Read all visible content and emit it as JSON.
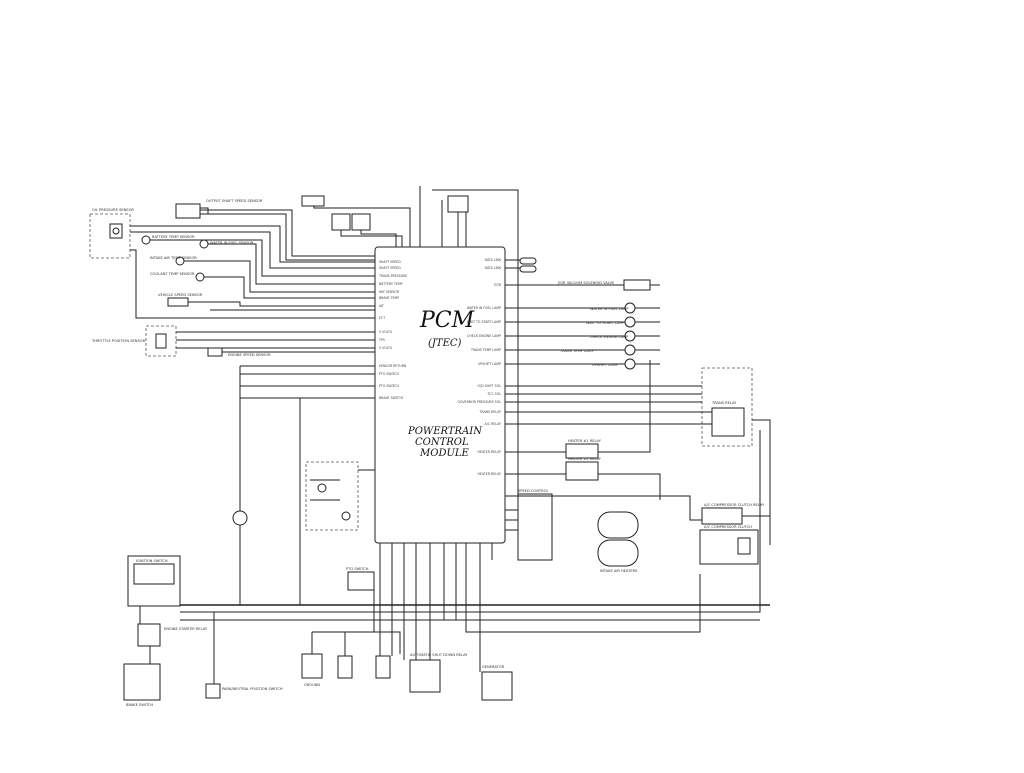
{
  "pcm": {
    "title": "PCM",
    "subtitle": "(JTEC)",
    "name_line1": "POWERTRAIN",
    "name_line2": "CONTROL",
    "name_line3": "MODULE"
  },
  "left_components": [
    {
      "id": "oil-pressure",
      "label": "OIL PRESSURE SENSOR"
    },
    {
      "id": "output-shaft",
      "label": "OUTPUT SHAFT SPEED SENSOR"
    },
    {
      "id": "battery-temp",
      "label": "BATTERY TEMP SENSOR"
    },
    {
      "id": "water-in-fuel",
      "label": "WATER IN FUEL SENSOR"
    },
    {
      "id": "intake-air-temp",
      "label": "INTAKE AIR TEMP SENSOR"
    },
    {
      "id": "coolant-temp",
      "label": "COOLANT TEMP SENSOR"
    },
    {
      "id": "vehicle-speed",
      "label": "VEHICLE SPEED SENSOR"
    },
    {
      "id": "throttle-position",
      "label": "THROTTLE POSITION SENSOR"
    },
    {
      "id": "engine-speed",
      "label": "ENGINE SPEED SENSOR"
    }
  ],
  "pcm_left_pins": [
    "SHAFT SPEED",
    "SHAFT SPEED",
    "TRANS PRESSURE",
    "BATTERY TEMP",
    "WIF SENSOR",
    "BRAKE TEMP",
    "IAT",
    "ECT",
    "5 VOLTS",
    "TPS",
    "5 VOLTS",
    "SENSOR RETURN",
    "PTO SWITCH",
    "PTO SWITCH",
    "BRAKE SWITCH"
  ],
  "pcm_right_pins": [
    "DATA LINK",
    "DATA LINK",
    "EGR",
    "WATER IN FUEL LAMP",
    "WAIT TO START LAMP",
    "CHECK ENGINE LAMP",
    "TRANS TEMP LAMP",
    "UPSHIFT LAMP",
    "O/D SHIFT SOL",
    "TCC SOL",
    "GOVERNOR PRESSURE SOL",
    "TRANS RELAY",
    "A/C RELAY",
    "HEATER RELAY",
    "HEATER RELAY"
  ],
  "right_components": [
    {
      "id": "egr-valve",
      "label": "EGR VACUUM SOLENOID VALVE"
    },
    {
      "id": "wif-lamp",
      "label": "WATER IN FUEL LAMP"
    },
    {
      "id": "wts-lamp",
      "label": "WAIT TO START LAMP"
    },
    {
      "id": "cel-lamp",
      "label": "CHECK ENGINE LAMP"
    },
    {
      "id": "tt-lamp",
      "label": "TRANS TEMP LAMP"
    },
    {
      "id": "up-lamp",
      "label": "UPSHIFT LAMP"
    },
    {
      "id": "trans-relay",
      "label": "TRANS RELAY"
    },
    {
      "id": "heater-relay-1",
      "label": "HEATER #1 RELAY"
    },
    {
      "id": "heater-relay-2",
      "label": "HEATER #2 RELAY"
    },
    {
      "id": "speed-control",
      "label": "SPEED CONTROL"
    },
    {
      "id": "ac-clutch-relay",
      "label": "A/C COMPRESSOR CLUTCH RELAY"
    },
    {
      "id": "ac-clutch",
      "label": "A/C COMPRESSOR CLUTCH"
    },
    {
      "id": "intake-heaters",
      "label": "INTAKE AIR HEATERS"
    }
  ],
  "bottom_components": [
    {
      "id": "ignition-switch",
      "label": "IGNITION SWITCH"
    },
    {
      "id": "brake-switch",
      "label": "BRAKE SWITCH"
    },
    {
      "id": "engine-relay",
      "label": "ENGINE STARTER RELAY"
    },
    {
      "id": "park-neutral",
      "label": "PARK/NEUTRAL POSITION SWITCH"
    },
    {
      "id": "grounds",
      "label": "GROUND"
    },
    {
      "id": "asd-relay",
      "label": "AUTOMATIC SHUT DOWN RELAY"
    },
    {
      "id": "generator",
      "label": "GENERATOR"
    },
    {
      "id": "pto-switch",
      "label": "PTO SWITCH"
    }
  ]
}
